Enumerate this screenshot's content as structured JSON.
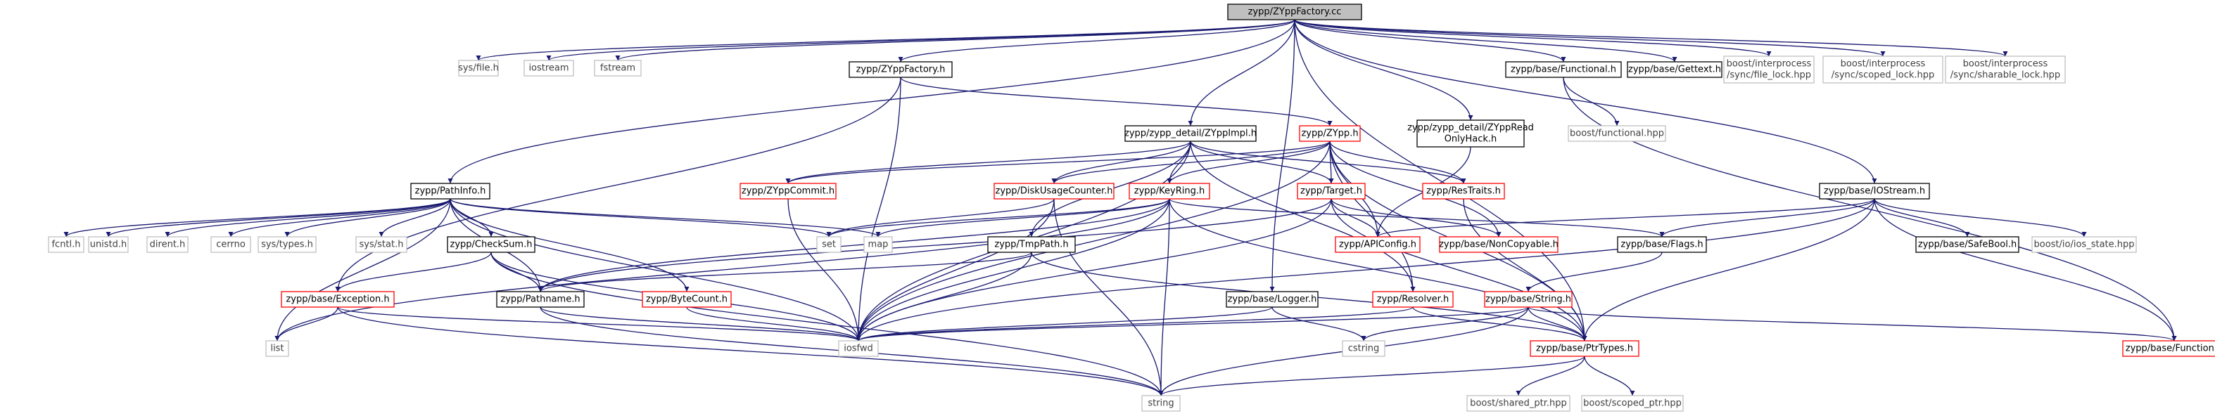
{
  "graph": {
    "colors": {
      "edge": "#191970",
      "root_fill": "#bfbfbf",
      "plain_border": "#000000",
      "linked_border": "#ff0000",
      "external_border": "#bfbfbf",
      "external_text": "#404040",
      "text": "#000000"
    },
    "nodes": {
      "root": [
        "zypp/ZYppFactory.cc"
      ],
      "sysfile": [
        "sys/file.h"
      ],
      "iostream": [
        "iostream"
      ],
      "fstream": [
        "fstream"
      ],
      "zyppfactory_h": [
        "zypp/ZYppFactory.h"
      ],
      "functional_h": [
        "zypp/base/Functional.h"
      ],
      "gettext_h": [
        "zypp/base/Gettext.h"
      ],
      "file_lock": [
        "boost/interprocess",
        "/sync/file_lock.hpp"
      ],
      "scoped_lock": [
        "boost/interprocess",
        "/sync/scoped_lock.hpp"
      ],
      "sharable_lock": [
        "boost/interprocess",
        "/sync/sharable_lock.hpp"
      ],
      "boost_functional": [
        "boost/functional.hpp"
      ],
      "zyppimpl": [
        "zypp/zypp_detail/ZYppImpl.h"
      ],
      "zypp_h": [
        "zypp/ZYpp.h"
      ],
      "readonly": [
        "zypp/zypp_detail/ZYppRead",
        "OnlyHack.h"
      ],
      "pathinfo": [
        "zypp/PathInfo.h"
      ],
      "zyppcommit": [
        "zypp/ZYppCommit.h"
      ],
      "diskusage": [
        "zypp/DiskUsageCounter.h"
      ],
      "keyring": [
        "zypp/KeyRing.h"
      ],
      "target": [
        "zypp/Target.h"
      ],
      "restraits": [
        "zypp/ResTraits.h"
      ],
      "iostream_h": [
        "zypp/base/IOStream.h"
      ],
      "fcntl": [
        "fcntl.h"
      ],
      "unistd": [
        "unistd.h"
      ],
      "dirent": [
        "dirent.h"
      ],
      "cerrno": [
        "cerrno"
      ],
      "systypes": [
        "sys/types.h"
      ],
      "sysstat": [
        "sys/stat.h"
      ],
      "checksum": [
        "zypp/CheckSum.h"
      ],
      "set": [
        "set"
      ],
      "map": [
        "map"
      ],
      "apiconfig": [
        "zypp/APIConfig.h"
      ],
      "noncopyable": [
        "zypp/base/NonCopyable.h"
      ],
      "flags": [
        "zypp/base/Flags.h"
      ],
      "safebool": [
        "zypp/base/SafeBool.h"
      ],
      "iosstate": [
        "boost/io/ios_state.hpp"
      ],
      "tmppath": [
        "zypp/TmpPath.h"
      ],
      "exception": [
        "zypp/base/Exception.h"
      ],
      "pathname": [
        "zypp/Pathname.h"
      ],
      "bytecount": [
        "zypp/ByteCount.h"
      ],
      "logger": [
        "zypp/base/Logger.h"
      ],
      "resolver": [
        "zypp/Resolver.h"
      ],
      "string_h": [
        "zypp/base/String.h"
      ],
      "list": [
        "list"
      ],
      "iosfwd": [
        "iosfwd"
      ],
      "cstring": [
        "cstring"
      ],
      "ptrtypes": [
        "zypp/base/PtrTypes.h"
      ],
      "function_h": [
        "zypp/base/Function.h"
      ],
      "string": [
        "string"
      ],
      "shared_ptr": [
        "boost/shared_ptr.hpp"
      ],
      "scoped_ptr": [
        "boost/scoped_ptr.hpp"
      ]
    }
  }
}
